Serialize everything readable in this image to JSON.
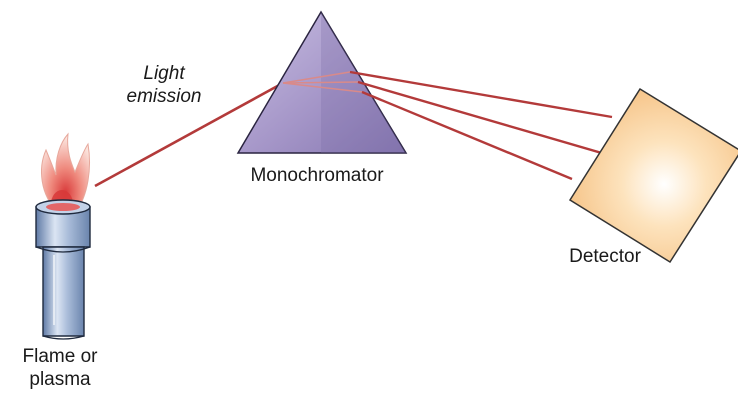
{
  "diagram": {
    "labels": {
      "light_emission_line1": "Light",
      "light_emission_line2": "emission",
      "monochromator": "Monochromator",
      "detector": "Detector",
      "source_line1": "Flame or",
      "source_line2": "plasma"
    },
    "colors": {
      "beam": "#b33a3a",
      "prism_fill": "#a596c8",
      "prism_stroke": "#2a2440",
      "detector_fill": "#f6c98a",
      "detector_stroke": "#333333",
      "burner_fill": "#9ab0cf",
      "flame_core": "#e25555",
      "flame_outer": "#f7c4b5"
    }
  }
}
